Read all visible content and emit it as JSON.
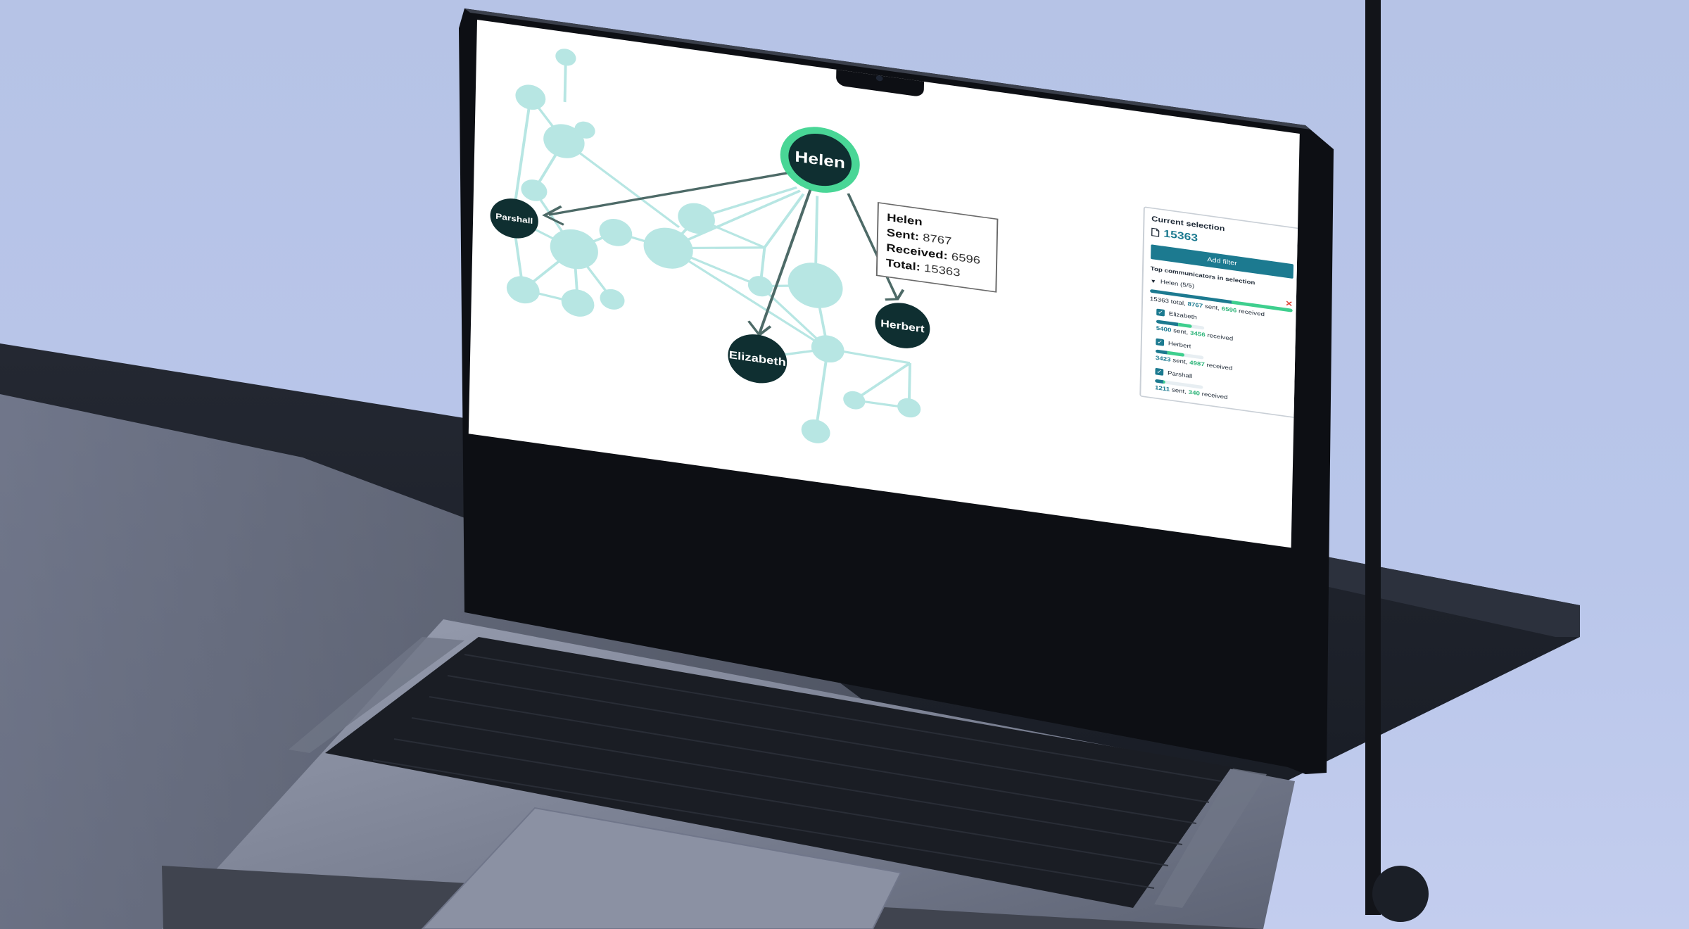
{
  "graph": {
    "nodes": [
      {
        "id": "helen",
        "label": "Helen",
        "kind": "selected"
      },
      {
        "id": "parshall",
        "label": "Parshall",
        "kind": "named"
      },
      {
        "id": "elizabeth",
        "label": "Elizabeth",
        "kind": "named"
      },
      {
        "id": "herbert",
        "label": "Herbert",
        "kind": "named"
      }
    ]
  },
  "tooltip": {
    "name": "Helen",
    "sent_label": "Sent:",
    "sent_value": "8767",
    "received_label": "Received:",
    "received_value": "6596",
    "total_label": "Total:",
    "total_value": "15363"
  },
  "panel": {
    "title": "Current selection",
    "count": "15363",
    "add_filter_label": "Add filter",
    "section_title": "Top communicators in selection",
    "root": {
      "label": "Helen (5/5)",
      "total": "15363",
      "total_suffix": "total,",
      "sent": "8767",
      "sent_suffix": "sent,",
      "received": "6596",
      "received_suffix": "received",
      "sent_fraction": 0.571,
      "received_fraction": 0.429
    },
    "communicators": [
      {
        "name": "Elizabeth",
        "sent": "5400",
        "sent_suffix": "sent,",
        "received": "3456",
        "received_suffix": "received",
        "checked": true,
        "bar_fraction": 0.74
      },
      {
        "name": "Herbert",
        "sent": "3423",
        "sent_suffix": "sent,",
        "received": "4987",
        "received_suffix": "received",
        "checked": true,
        "bar_fraction": 0.6
      },
      {
        "name": "Parshall",
        "sent": "1211",
        "sent_suffix": "sent,",
        "received": "340",
        "received_suffix": "received",
        "checked": true,
        "bar_fraction": 0.22
      }
    ]
  },
  "colors": {
    "node_light": "#b7e6e3",
    "node_dark": "#0f2f31",
    "selected_ring": "#3fd490",
    "edge_light": "#b7e6e3",
    "edge_dark": "#4d6a67",
    "accent": "#1c7a90",
    "received_green": "#3ecf8e",
    "background": "#b8c5e9"
  },
  "icons": {
    "document": "document-icon",
    "close": "close-icon",
    "checkbox": "checkbox-icon",
    "disclosure": "triangle-down-icon"
  }
}
